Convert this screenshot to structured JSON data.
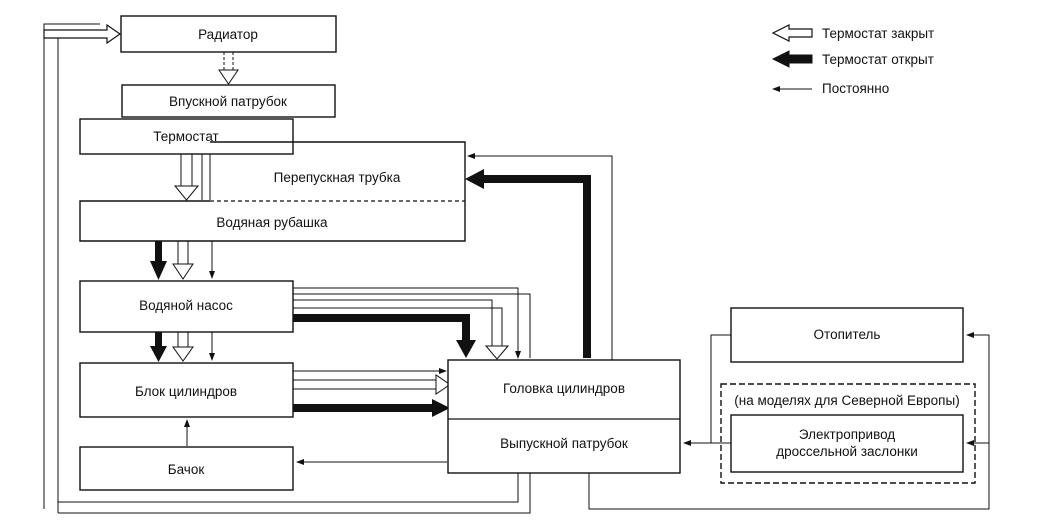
{
  "legend": {
    "closed": "Термостат закрыт",
    "open": "Термостат открыт",
    "constant": "Постоянно"
  },
  "blocks": {
    "radiator": "Радиатор",
    "inlet_pipe": "Впускной патрубок",
    "thermostat": "Термостат",
    "bypass_pipe": "Перепускная трубка",
    "water_jacket": "Водяная рубашка",
    "water_pump": "Водяной насос",
    "cylinder_block": "Блок цилиндров",
    "tank": "Бачок",
    "cylinder_head": "Головка цилиндров",
    "outlet_pipe": "Выпускной патрубок",
    "heater": "Отопитель",
    "north_europe": "(на моделях для Северной Европы)",
    "throttle_actuator_line1": "Электропривод",
    "throttle_actuator_line2": "дроссельной заслонки"
  }
}
